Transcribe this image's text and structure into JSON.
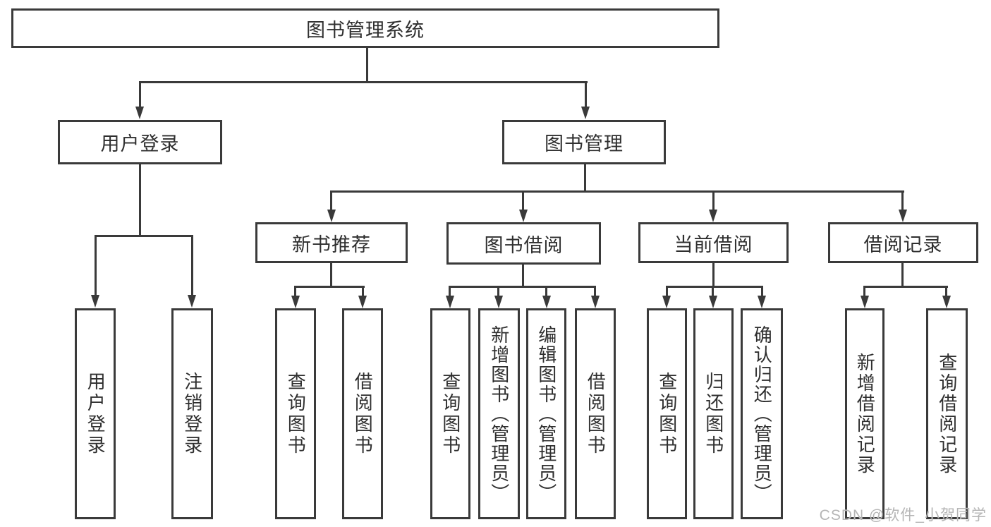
{
  "nodes": {
    "root": "图书管理系统",
    "user_login": "用户登录",
    "book_management": "图书管理",
    "new_book_recommend": "新书推荐",
    "book_borrowing": "图书借阅",
    "current_borrowing": "当前借阅",
    "borrowing_records": "借阅记录",
    "leaf_user_login": "用户登录",
    "leaf_logout": "注销登录",
    "leaf_rec_query_books": "查询图书",
    "leaf_rec_borrow_books": "借阅图书",
    "leaf_bor_query_books": "查询图书",
    "leaf_bor_add_books": "新增图书（管理员）",
    "leaf_bor_edit_books": "编辑图书（管理员）",
    "leaf_bor_borrow_books": "借阅图书",
    "leaf_cur_query_books": "查询图书",
    "leaf_cur_return_books": "归还图书",
    "leaf_cur_confirm_return": "确认归还（管理员）",
    "leaf_recs_add_record": "新增借阅记录",
    "leaf_recs_query_record": "查询借阅记录"
  },
  "watermark": "CSDN @软件_小贺同学",
  "colors": {
    "line": "#3a3a3a",
    "text": "#2f2f2f",
    "watermark": "#b5b5b5"
  }
}
